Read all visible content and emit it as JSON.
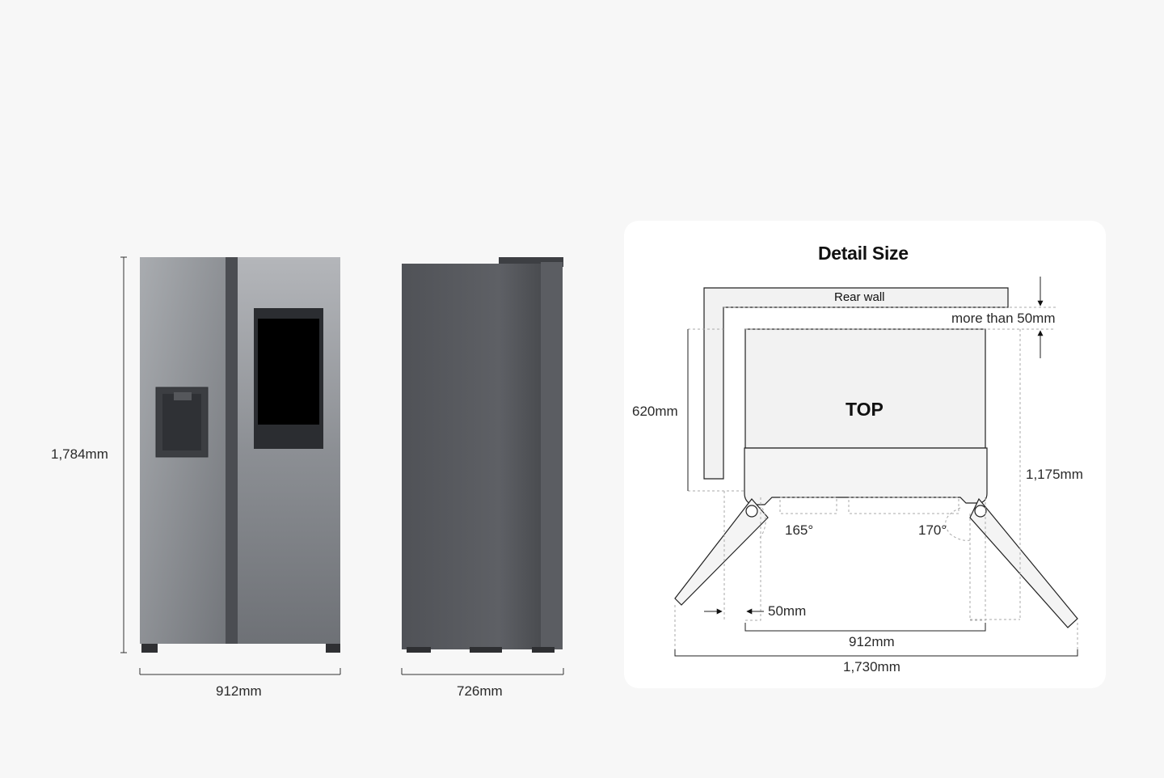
{
  "front_view": {
    "height_label": "1,784mm",
    "width_label": "912mm"
  },
  "side_view": {
    "depth_label": "726mm"
  },
  "detail": {
    "title": "Detail Size",
    "rear_wall_label": "Rear wall",
    "clearance_label": "more than 50mm",
    "top_label": "TOP",
    "depth_label": "620mm",
    "total_depth_label": "1,175mm",
    "left_angle": "165°",
    "right_angle": "170°",
    "side_gap_label": "50mm",
    "body_width_label": "912mm",
    "total_width_label": "1,730mm"
  }
}
